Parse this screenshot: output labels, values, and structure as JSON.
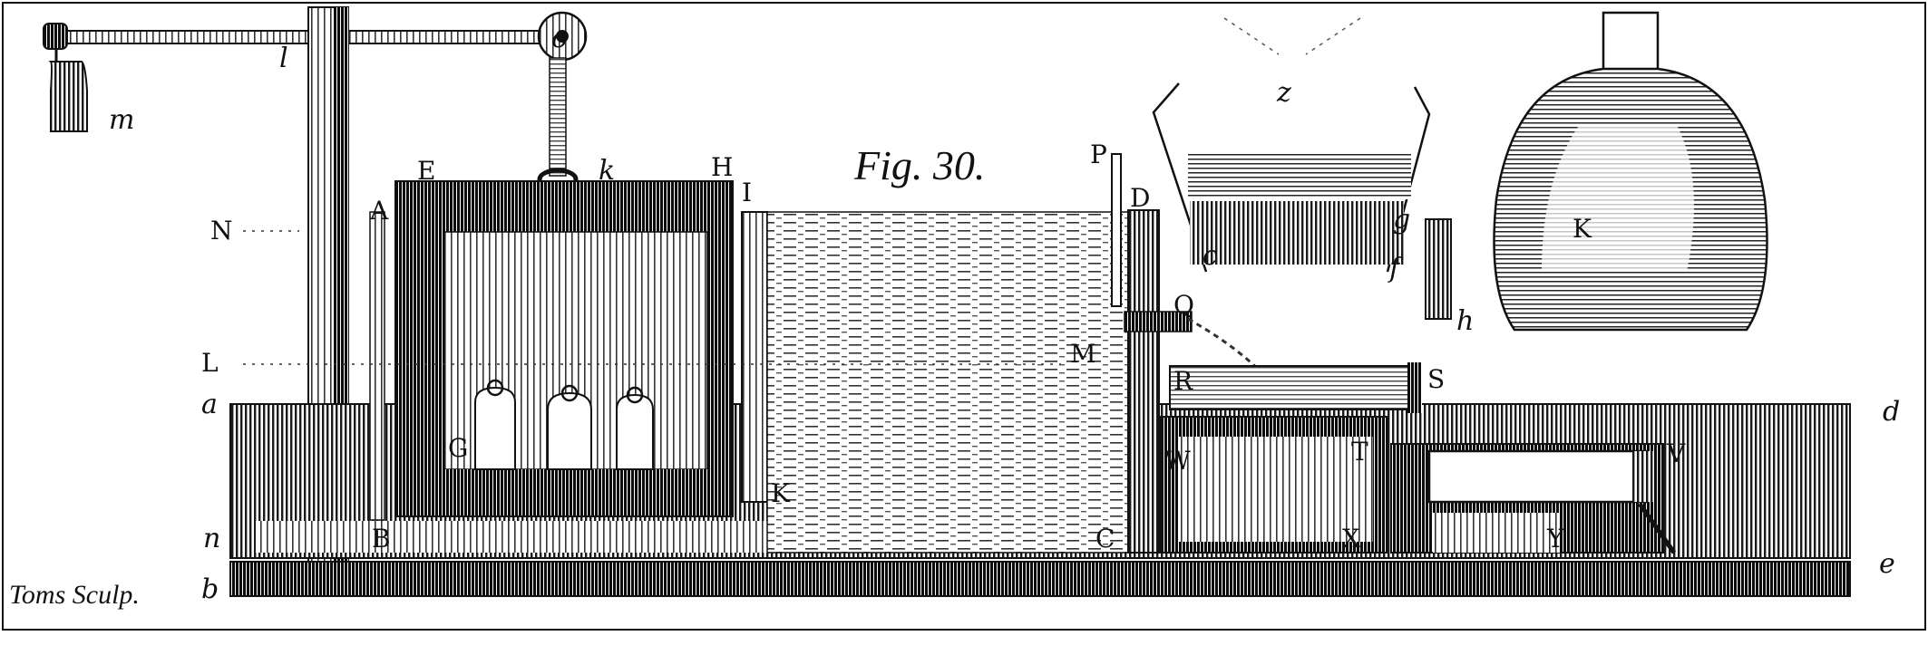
{
  "title": "Fig. 30.",
  "engraver": "Toms Sculp.",
  "labels": {
    "m": "m",
    "o": "o",
    "l": "l",
    "k": "k",
    "E": "E",
    "H": "H",
    "I": "I",
    "P": "P",
    "D": "D",
    "N": "N",
    "A": "A",
    "L": "L",
    "a": "a",
    "n": "n",
    "b": "b",
    "G": "G",
    "K_tube": "K",
    "C": "C",
    "B": "B",
    "Q": "Q",
    "M": "M",
    "z": "z",
    "g": "g",
    "f": "f",
    "h": "h",
    "c": "c",
    "K_flask": "K",
    "R": "R",
    "S": "S",
    "W": "W",
    "T": "T",
    "X": "X",
    "Y": "Y",
    "V": "V",
    "d": "d",
    "e": "e"
  }
}
